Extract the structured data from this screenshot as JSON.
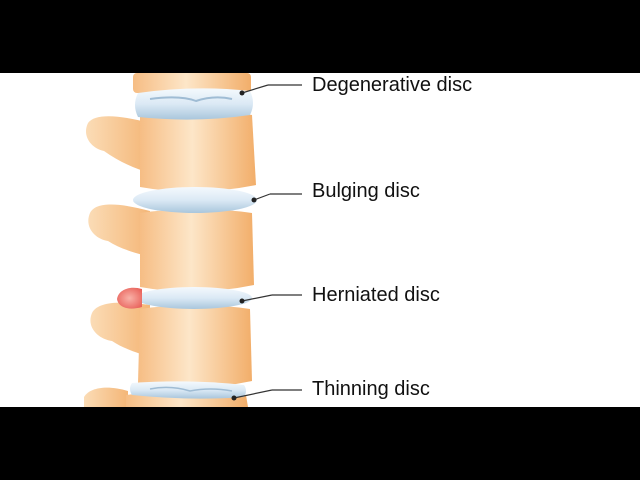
{
  "colors": {
    "background": "#ffffff",
    "letterbox": "#000000",
    "vertebra_light": "#fde6c8",
    "vertebra_mid": "#f8c48a",
    "vertebra_dark": "#eea35c",
    "disc_light": "#eef5fb",
    "disc_dark": "#a9c6dc",
    "herniation": "#f0807a",
    "leader_line": "#333333",
    "text": "#111111"
  },
  "labels": [
    {
      "text": "Degenerative disc"
    },
    {
      "text": "Bulging disc"
    },
    {
      "text": "Herniated disc"
    },
    {
      "text": "Thinning disc"
    }
  ]
}
